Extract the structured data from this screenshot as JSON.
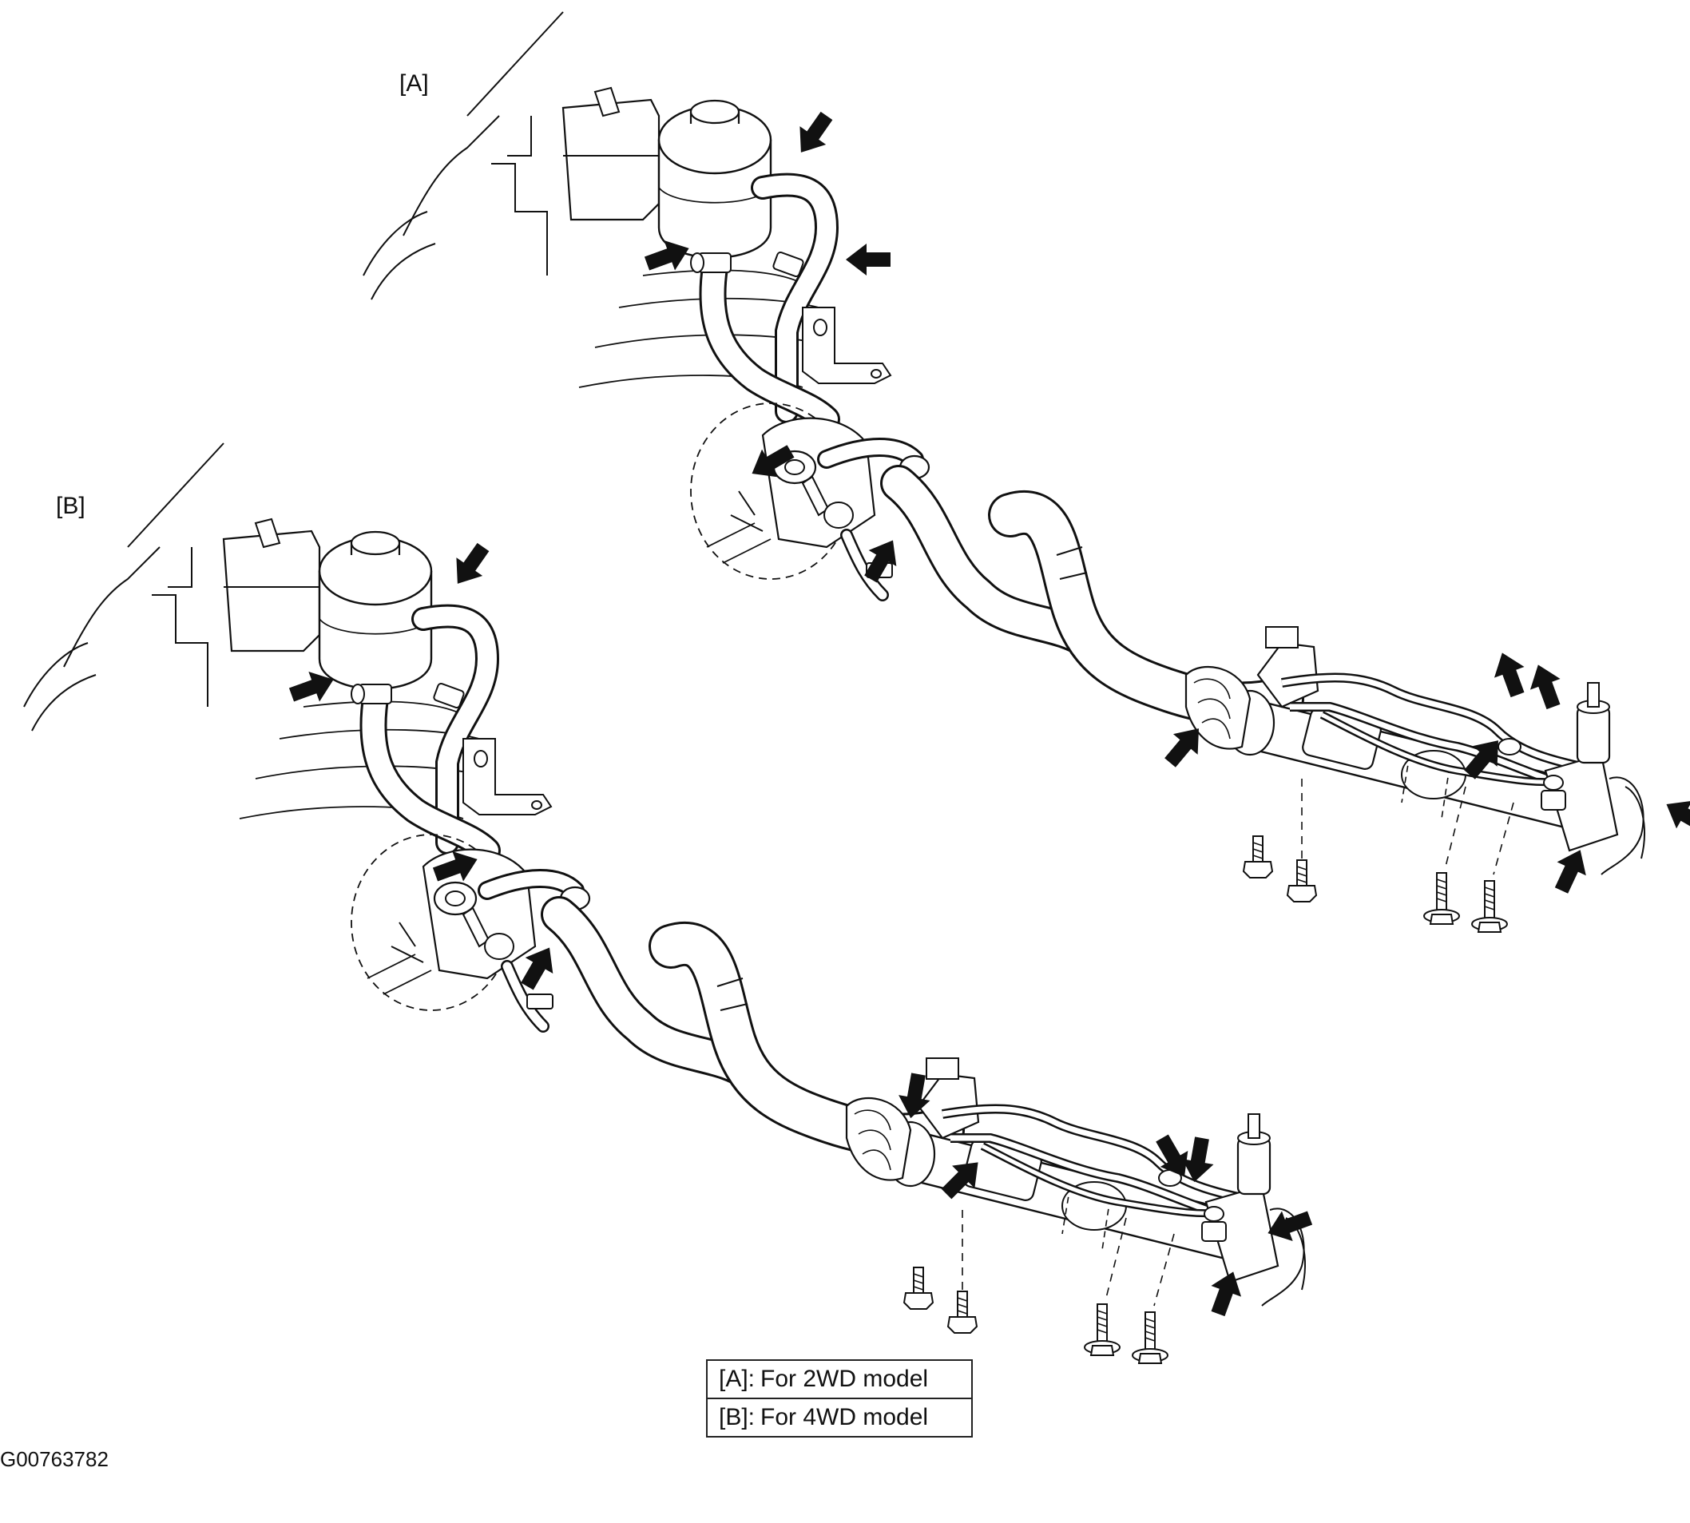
{
  "figure": {
    "view_a_label": "[A]",
    "view_b_label": "[B]",
    "figure_id": "G00763782",
    "legend": [
      {
        "key": "[A]:",
        "text": "For 2WD model"
      },
      {
        "key": "[B]:",
        "text": "For 4WD model"
      }
    ],
    "components": [
      "reservoir-tank",
      "return-hose",
      "suction-hose",
      "oil-pump",
      "pressure-hose",
      "steering-gearbox",
      "clamp",
      "mounting-bolt",
      "pointer-arrow"
    ],
    "colors": {
      "line": "#111111",
      "background": "#ffffff"
    }
  }
}
